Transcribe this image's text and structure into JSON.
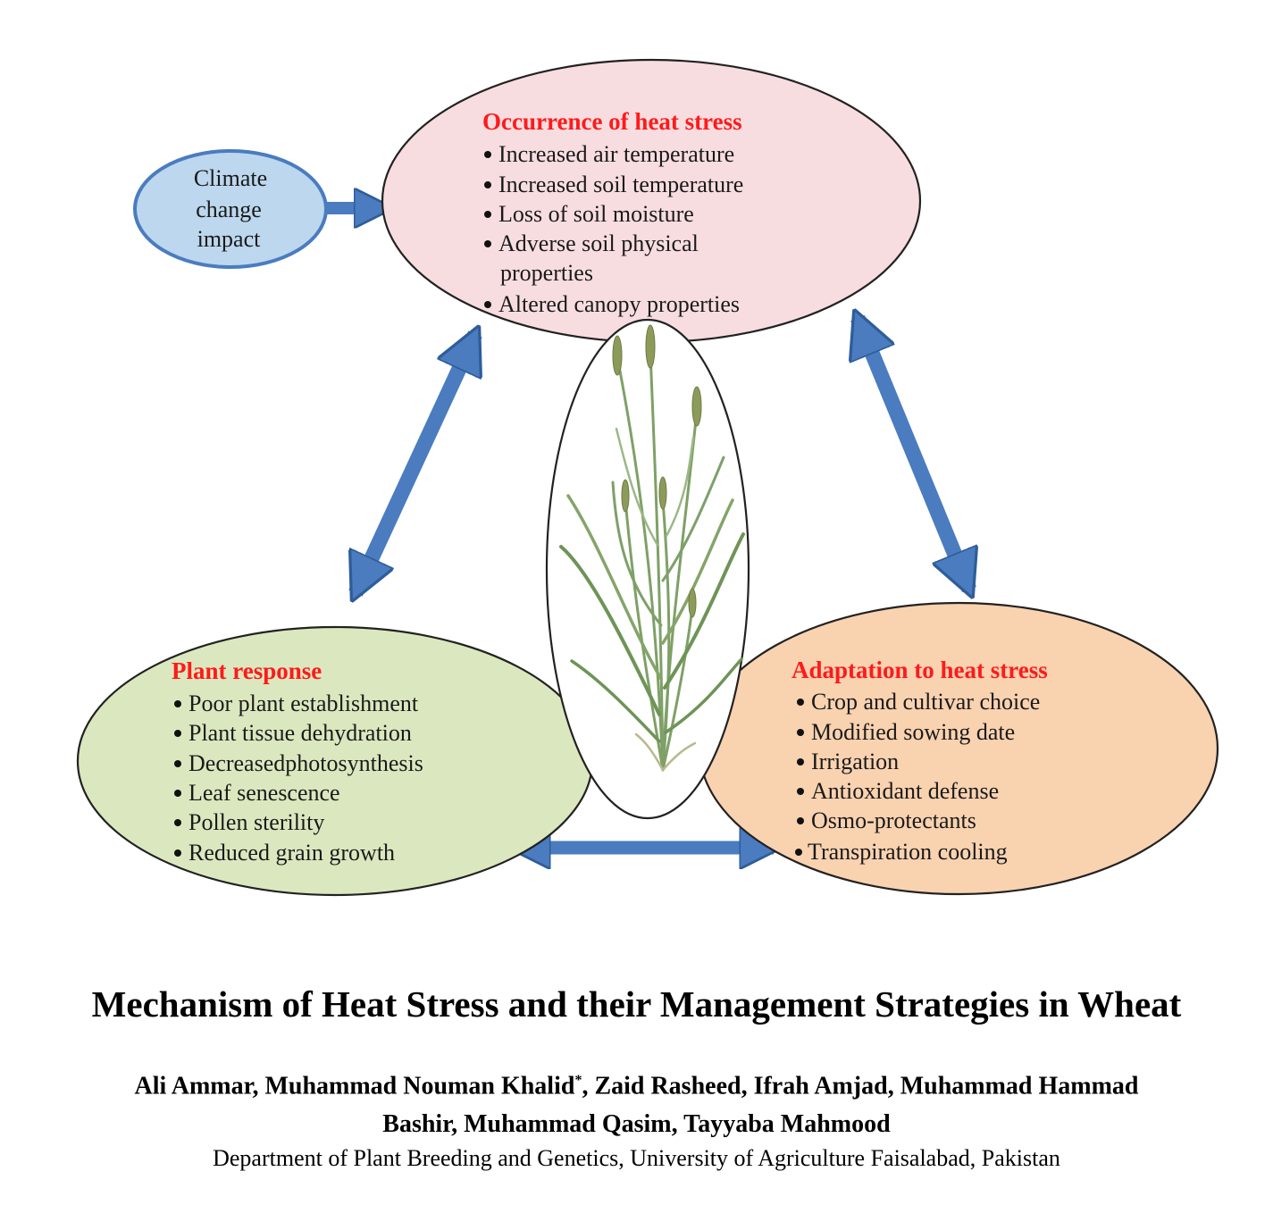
{
  "climate": {
    "lines": [
      "Climate",
      "change",
      "impact"
    ]
  },
  "occurrence": {
    "heading": "Occurrence of heat stress",
    "items": [
      "Increased air temperature",
      "Increased soil temperature",
      "Loss of soil moisture",
      "Adverse soil physical",
      "properties",
      "Altered canopy properties"
    ]
  },
  "plant": {
    "heading": "Plant response",
    "items": [
      "Poor plant establishment",
      "Plant tissue dehydration",
      "Decreasedphotosynthesis",
      "Leaf senescence",
      "Pollen sterility",
      "Reduced grain growth"
    ]
  },
  "adaptation": {
    "heading": "Adaptation to heat stress",
    "items": [
      "Crop and cultivar choice",
      "Modified sowing date",
      "Irrigation",
      "Antioxidant defense",
      "Osmo-protectants",
      "Transpiration cooling"
    ]
  },
  "colors": {
    "climate_fill": "#bcd7ee",
    "occurrence_fill": "#f8dde0",
    "plant_fill": "#dbe8bf",
    "adaptation_fill": "#f9d2b0",
    "arrow": "#4a7cbf",
    "heading": "#ff1a1a"
  },
  "paper": {
    "title": "Mechanism of Heat Stress and their Management Strategies in Wheat",
    "authors_line1_a": "Ali Ammar, Muhammad Nouman Khalid",
    "authors_line1_sup": "*",
    "authors_line1_b": ", Zaid Rasheed, Ifrah Amjad, Muhammad Hammad",
    "authors_line2": "Bashir, Muhammad Qasim, Tayyaba Mahmood",
    "affiliation": "Department of Plant Breeding and Genetics, University of Agriculture Faisalabad, Pakistan"
  }
}
